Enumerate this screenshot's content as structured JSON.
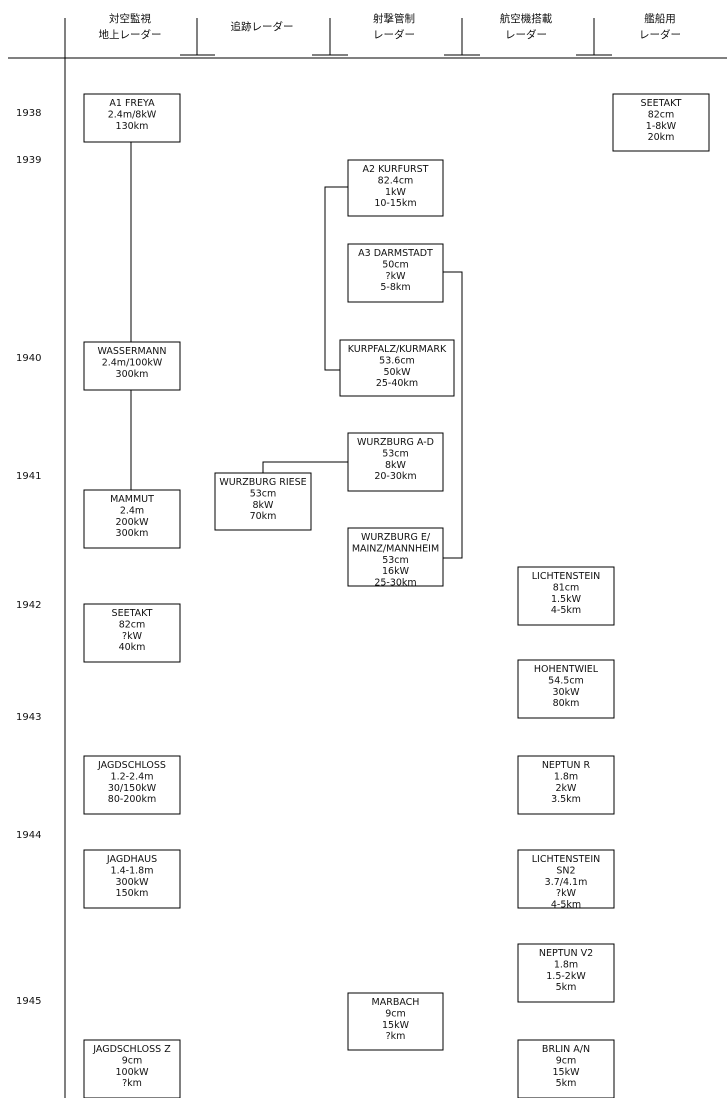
{
  "headers": [
    [
      "対空監視",
      "地上レーダー"
    ],
    [
      "追跡レーダー"
    ],
    [
      "射撃管制",
      "レーダー"
    ],
    [
      "航空機搭載",
      "レーダー"
    ],
    [
      "艦船用",
      "レーダー"
    ]
  ],
  "years": [
    "1938",
    "1939",
    "1940",
    "1941",
    "1942",
    "1943",
    "1944",
    "1945"
  ],
  "boxes": [
    {
      "id": "a1-freya",
      "lines": [
        "A1 FREYA",
        "2.4m/8kW",
        "130km"
      ]
    },
    {
      "id": "wassermann",
      "lines": [
        "WASSERMANN",
        "2.4m/100kW",
        "300km"
      ]
    },
    {
      "id": "mammut",
      "lines": [
        "MAMMUT",
        "2.4m",
        "200kW",
        "300km"
      ]
    },
    {
      "id": "seetakt-ground",
      "lines": [
        "SEETAKT",
        "82cm",
        "?kW",
        "40km"
      ]
    },
    {
      "id": "jagdschloss",
      "lines": [
        "JAGDSCHLOSS",
        "1.2-2.4m",
        "30/150kW",
        "80-200km"
      ]
    },
    {
      "id": "jagdhaus",
      "lines": [
        "JAGDHAUS",
        "1.4-1.8m",
        "300kW",
        "150km"
      ]
    },
    {
      "id": "jagdschloss-z",
      "lines": [
        "JAGDSCHLOSS Z",
        "9cm",
        "100kW",
        "?km"
      ]
    },
    {
      "id": "wurzburg-riese",
      "lines": [
        "WURZBURG RIESE",
        "53cm",
        "8kW",
        "70km"
      ]
    },
    {
      "id": "a2-kurfurst",
      "lines": [
        "A2 KURFURST",
        "82.4cm",
        "1kW",
        "10-15km"
      ]
    },
    {
      "id": "a3-darmstadt",
      "lines": [
        "A3 DARMSTADT",
        "50cm",
        "?kW",
        "5-8km"
      ]
    },
    {
      "id": "kurpfalz-kurmark",
      "lines": [
        "KURPFALZ/KURMARK",
        "53.6cm",
        "50kW",
        "25-40km"
      ]
    },
    {
      "id": "wurzburg-a-d",
      "lines": [
        "WURZBURG A-D",
        "53cm",
        "8kW",
        "20-30km"
      ]
    },
    {
      "id": "wurzburg-e-mainz-mannheim",
      "lines": [
        "WURZBURG E/",
        "MAINZ/MANNHEIM",
        "53cm",
        "16kW",
        "25-30km"
      ]
    },
    {
      "id": "marbach",
      "lines": [
        "MARBACH",
        "9cm",
        "15kW",
        "?km"
      ]
    },
    {
      "id": "lichtenstein",
      "lines": [
        "LICHTENSTEIN",
        "81cm",
        "1.5kW",
        "4-5km"
      ]
    },
    {
      "id": "hohentwiel",
      "lines": [
        "HOHENTWIEL",
        "54.5cm",
        "30kW",
        "80km"
      ]
    },
    {
      "id": "neptun-r",
      "lines": [
        "NEPTUN R",
        "1.8m",
        "2kW",
        "3.5km"
      ]
    },
    {
      "id": "lichtenstein-sn2",
      "lines": [
        "LICHTENSTEIN",
        "SN2",
        "3.7/4.1m",
        "?kW",
        "4-5km"
      ]
    },
    {
      "id": "neptun-v2",
      "lines": [
        "NEPTUN V2",
        "1.8m",
        "1.5-2kW",
        "5km"
      ]
    },
    {
      "id": "brlin-a-n",
      "lines": [
        "BRLIN A/N",
        "9cm",
        "15kW",
        "5km"
      ]
    },
    {
      "id": "seetakt-ship",
      "lines": [
        "SEETAKT",
        "82cm",
        "1-8kW",
        "20km"
      ]
    }
  ]
}
